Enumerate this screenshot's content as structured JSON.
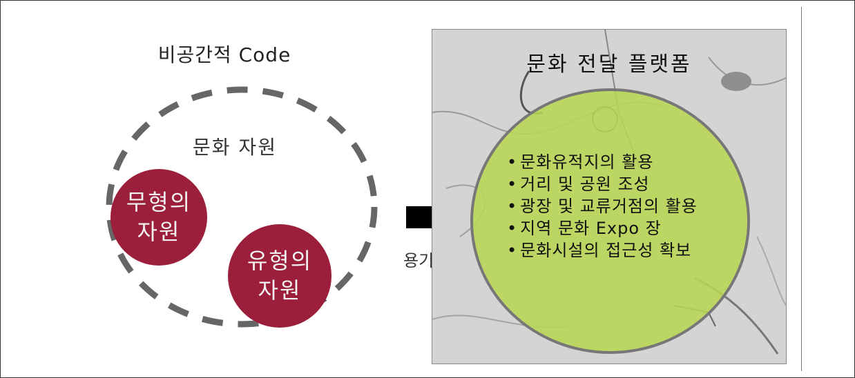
{
  "left": {
    "title": "비공간적 Code",
    "resources_label": "문화 자원",
    "intangible": [
      "무형의",
      "자원"
    ],
    "tangible": [
      "유형의",
      "자원"
    ]
  },
  "arrow_label": "용기",
  "right": {
    "title": "문화 전달 플랫폼",
    "bullet": "•",
    "items": [
      "문화유적지의 활용",
      "거리 및 공원 조성",
      "광장 및 교류거점의 활용",
      "지역 문화 Expo 장",
      "문화시설의 접근성 확보"
    ]
  },
  "colors": {
    "resource_circle": "#9b1f3b",
    "platform_circle": "#b8d654",
    "dashed_outline": "#666666"
  }
}
